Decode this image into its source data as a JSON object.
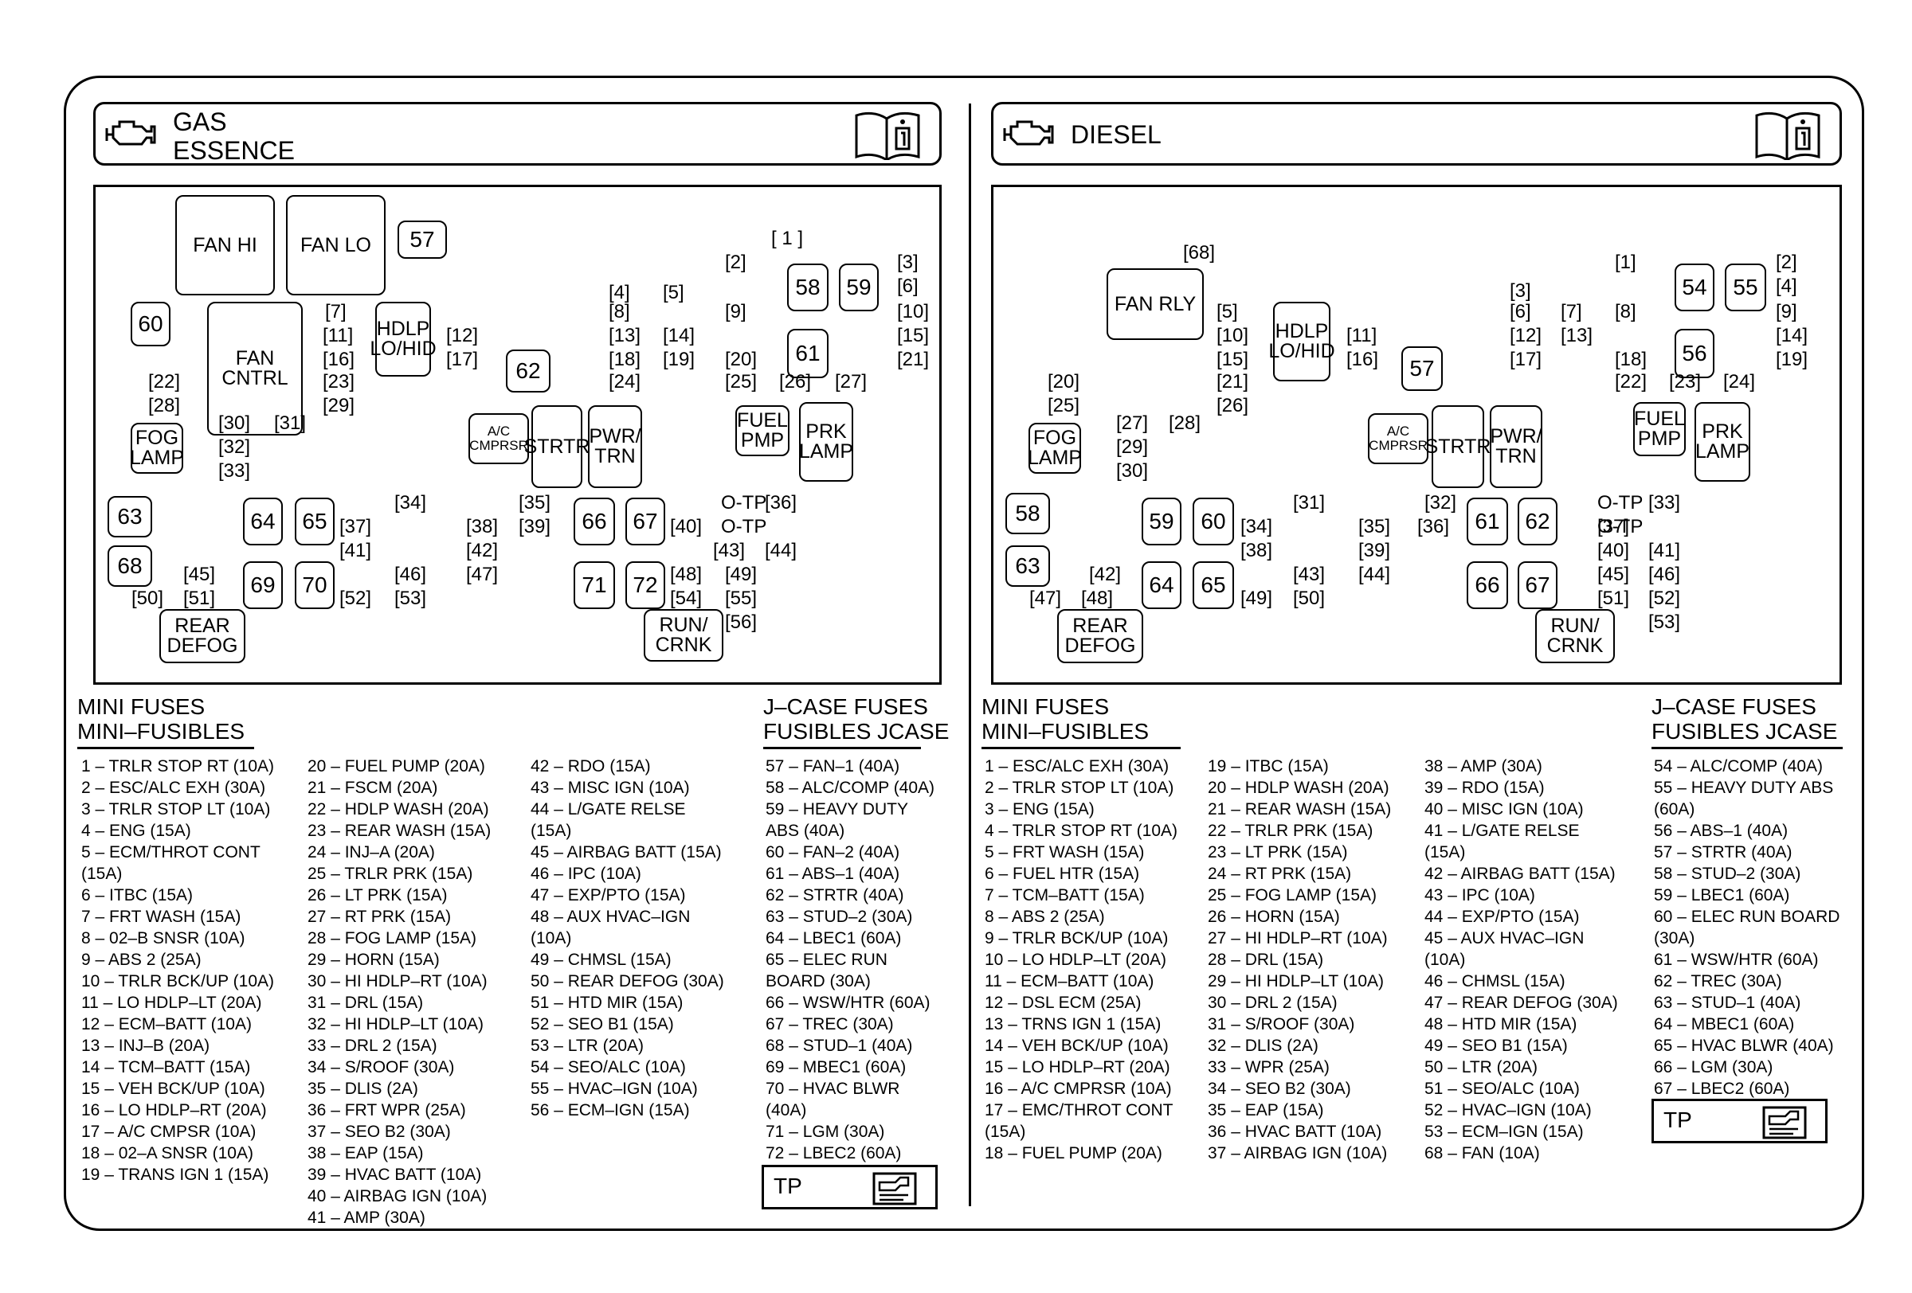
{
  "gas": {
    "header_line1": "GAS",
    "header_line2": "ESSENCE",
    "components": [
      {
        "name": "fan-hi-relay",
        "text": "FAN HI"
      },
      {
        "name": "fan-lo-relay",
        "text": "FAN LO"
      },
      {
        "name": "fuse-57",
        "text": "57"
      },
      {
        "name": "fuse-60",
        "text": "60"
      },
      {
        "name": "fan-cntrl-relay",
        "text": "FAN\nCNTRL"
      },
      {
        "name": "hdlp-lo-hid-relay",
        "text": "HDLP\nLO/HID"
      },
      {
        "name": "fuse-62",
        "text": "62"
      },
      {
        "name": "fuse-58",
        "text": "58"
      },
      {
        "name": "fuse-59",
        "text": "59"
      },
      {
        "name": "fuse-61",
        "text": "61"
      },
      {
        "name": "fog-lamp-relay",
        "text": "FOG\nLAMP"
      },
      {
        "name": "ac-cmprsr-relay",
        "text": "A/C\nCMPRSR"
      },
      {
        "name": "strtr-relay",
        "text": "STRTR"
      },
      {
        "name": "pwr-trn-relay",
        "text": "PWR/\nTRN"
      },
      {
        "name": "fuel-pmp-relay",
        "text": "FUEL\nPMP"
      },
      {
        "name": "prk-lamp-relay",
        "text": "PRK\nLAMP"
      },
      {
        "name": "fuse-63",
        "text": "63"
      },
      {
        "name": "fuse-64",
        "text": "64"
      },
      {
        "name": "fuse-65",
        "text": "65"
      },
      {
        "name": "fuse-66",
        "text": "66"
      },
      {
        "name": "fuse-67",
        "text": "67"
      },
      {
        "name": "fuse-68",
        "text": "68"
      },
      {
        "name": "fuse-69",
        "text": "69"
      },
      {
        "name": "fuse-70",
        "text": "70"
      },
      {
        "name": "fuse-71",
        "text": "71"
      },
      {
        "name": "fuse-72",
        "text": "72"
      },
      {
        "name": "rear-defog-relay",
        "text": "REAR\nDEFOG"
      },
      {
        "name": "run-crnk-relay",
        "text": "RUN/\nCRNK"
      }
    ],
    "slots": [
      "[ 1 ]",
      "[2]",
      "[3]",
      "[4]",
      "[5]",
      "[6]",
      "[7]",
      "[8]",
      "[9]",
      "[10]",
      "[11]",
      "[12]",
      "[13]",
      "[14]",
      "[15]",
      "[16]",
      "[17]",
      "[18]",
      "[19]",
      "[20]",
      "[21]",
      "[22]",
      "[23]",
      "[24]",
      "[25]",
      "[26]",
      "[27]",
      "[28]",
      "[29]",
      "[30]",
      "[31]",
      "[32]",
      "[33]",
      "[34]",
      "[35]",
      "[36]",
      "[37]",
      "[38]",
      "[39]",
      "[40]",
      "[41]",
      "[42]",
      "[43]",
      "[44]",
      "[45]",
      "[46]",
      "[47]",
      "[48]",
      "[49]",
      "[50]",
      "[51]",
      "[52]",
      "[53]",
      "[54]",
      "[55]",
      "[56]",
      "O-TP",
      "O-TP"
    ],
    "mini_title1": "MINI FUSES",
    "mini_title2": "MINI–FUSIBLES",
    "jcase_title1": "J–CASE FUSES",
    "jcase_title2": "FUSIBLES JCASE",
    "col1": [
      "1 – TRLR STOP RT (10A)",
      "2 – ESC/ALC EXH (30A)",
      "3 – TRLR STOP LT (10A)",
      "4 – ENG (15A)",
      "5 – ECM/THROT CONT",
      "      (15A)",
      "6 – ITBC (15A)",
      "7 – FRT WASH (15A)",
      "8 – 02–B SNSR (10A)",
      "9 – ABS 2 (25A)",
      "10 – TRLR BCK/UP (10A)",
      "11 – LO HDLP–LT (20A)",
      "12 – ECM–BATT (10A)",
      "13 – INJ–B (20A)",
      "14 – TCM–BATT (15A)",
      "15 – VEH BCK/UP (10A)",
      "16 – LO HDLP–RT (20A)",
      "17 – A/C CMPSR (10A)",
      "18 – 02–A SNSR (10A)",
      "19 – TRANS IGN 1 (15A)"
    ],
    "col2": [
      "20 – FUEL PUMP (20A)",
      "21 – FSCM (20A)",
      "22 – HDLP WASH (20A)",
      "23 – REAR WASH (15A)",
      "24 – INJ–A (20A)",
      "25 – TRLR PRK (15A)",
      "26 – LT PRK (15A)",
      "27 – RT PRK (15A)",
      "28 – FOG LAMP (15A)",
      "29 – HORN (15A)",
      "30 – HI HDLP–RT (10A)",
      "31 – DRL (15A)",
      "32 – HI HDLP–LT (10A)",
      "33 – DRL 2 (15A)",
      "34 – S/ROOF (30A)",
      "35 – DLIS (2A)",
      "36 – FRT WPR (25A)",
      "37 – SEO B2 (30A)",
      "38 – EAP (15A)",
      "39 – HVAC BATT (10A)",
      "40 – AIRBAG IGN (10A)",
      "41 – AMP (30A)"
    ],
    "col3": [
      "42 – RDO (15A)",
      "43 – MISC IGN (10A)",
      "44 – L/GATE RELSE",
      "       (15A)",
      "45 – AIRBAG BATT (15A)",
      "46 – IPC (10A)",
      "47 – EXP/PTO (15A)",
      "48 – AUX HVAC–IGN",
      "       (10A)",
      "49 – CHMSL (15A)",
      "50 – REAR DEFOG (30A)",
      "51 – HTD MIR (15A)",
      "52 – SEO B1 (15A)",
      "53 – LTR (20A)",
      "54 – SEO/ALC (10A)",
      "55 – HVAC–IGN (10A)",
      "56 – ECM–IGN (15A)"
    ],
    "col4": [
      "57 – FAN–1 (40A)",
      "58 – ALC/COMP (40A)",
      "59 – HEAVY DUTY",
      "       ABS (40A)",
      "60 – FAN–2 (40A)",
      "61 – ABS–1 (40A)",
      "62 – STRTR (40A)",
      "63 – STUD–2 (30A)",
      "64 – LBEC1 (60A)",
      "65 – ELEC RUN",
      "       BOARD (30A)",
      "66 – WSW/HTR (60A)",
      "67 – TREC (30A)",
      "68 – STUD–1 (40A)",
      "69 – MBEC1 (60A)",
      "70 – HVAC BLWR",
      "       (40A)",
      "71 – LGM (30A)",
      "72 – LBEC2 (60A)"
    ],
    "tp_label": "TP"
  },
  "diesel": {
    "header_line1": "DIESEL",
    "components": [
      {
        "name": "fan-rly-relay",
        "text": "FAN RLY"
      },
      {
        "name": "hdlp-lo-hid-relay",
        "text": "HDLP\nLO/HID"
      },
      {
        "name": "fuse-57",
        "text": "57"
      },
      {
        "name": "fuse-54",
        "text": "54"
      },
      {
        "name": "fuse-55",
        "text": "55"
      },
      {
        "name": "fuse-56",
        "text": "56"
      },
      {
        "name": "fog-lamp-relay",
        "text": "FOG\nLAMP"
      },
      {
        "name": "ac-cmprsr-relay",
        "text": "A/C\nCMPRSR"
      },
      {
        "name": "strtr-relay",
        "text": "STRTR"
      },
      {
        "name": "pwr-trn-relay",
        "text": "PWR/\nTRN"
      },
      {
        "name": "fuel-pmp-relay",
        "text": "FUEL\nPMP"
      },
      {
        "name": "prk-lamp-relay",
        "text": "PRK\nLAMP"
      },
      {
        "name": "fuse-58",
        "text": "58"
      },
      {
        "name": "fuse-59",
        "text": "59"
      },
      {
        "name": "fuse-60",
        "text": "60"
      },
      {
        "name": "fuse-61",
        "text": "61"
      },
      {
        "name": "fuse-62",
        "text": "62"
      },
      {
        "name": "fuse-63",
        "text": "63"
      },
      {
        "name": "fuse-64",
        "text": "64"
      },
      {
        "name": "fuse-65",
        "text": "65"
      },
      {
        "name": "fuse-66",
        "text": "66"
      },
      {
        "name": "fuse-67",
        "text": "67"
      },
      {
        "name": "rear-defog-relay",
        "text": "REAR\nDEFOG"
      },
      {
        "name": "run-crnk-relay",
        "text": "RUN/\nCRNK"
      }
    ],
    "slots": [
      "[68]",
      "[1]",
      "[2]",
      "[3]",
      "[4]",
      "[5]",
      "[6]",
      "[7]",
      "[8]",
      "[9]",
      "[10]",
      "[11]",
      "[12]",
      "[13]",
      "[14]",
      "[15]",
      "[16]",
      "[17]",
      "[18]",
      "[19]",
      "[20]",
      "[21]",
      "[22]",
      "[23]",
      "[24]",
      "[25]",
      "[26]",
      "[27]",
      "[28]",
      "[29]",
      "[30]",
      "[31]",
      "[32]",
      "[33]",
      "[34]",
      "[35]",
      "[36]",
      "[37]",
      "[38]",
      "[39]",
      "[40]",
      "[41]",
      "[42]",
      "[43]",
      "[44]",
      "[45]",
      "[46]",
      "[47]",
      "[48]",
      "[49]",
      "[50]",
      "[51]",
      "[52]",
      "[53]",
      "O-TP",
      "O-TP"
    ],
    "mini_title1": "MINI FUSES",
    "mini_title2": "MINI–FUSIBLES",
    "jcase_title1": "J–CASE FUSES",
    "jcase_title2": "FUSIBLES JCASE",
    "col1": [
      "1 – ESC/ALC EXH (30A)",
      "2 – TRLR STOP LT (10A)",
      "3 – ENG (15A)",
      "4 – TRLR STOP RT (10A)",
      "5 – FRT WASH (15A)",
      "6 – FUEL HTR (15A)",
      "7 – TCM–BATT (15A)",
      "8 – ABS 2 (25A)",
      "9 – TRLR BCK/UP (10A)",
      "10 – LO HDLP–LT (20A)",
      "11 – ECM–BATT (10A)",
      "12 – DSL ECM (25A)",
      "13 – TRNS IGN 1 (15A)",
      "14 – VEH BCK/UP (10A)",
      "15 – LO HDLP–RT (20A)",
      "16 – A/C CMPRSR (10A)",
      "17 – EMC/THROT CONT",
      "        (15A)",
      "18 – FUEL PUMP (20A)"
    ],
    "col2": [
      "19 – ITBC (15A)",
      "20 – HDLP WASH (20A)",
      "21 – REAR WASH (15A)",
      "22 – TRLR PRK (15A)",
      "23 – LT PRK (15A)",
      "24 – RT PRK (15A)",
      "25 – FOG LAMP (15A)",
      "26 – HORN (15A)",
      "27 – HI HDLP–RT (10A)",
      "28 – DRL (15A)",
      "29 – HI HDLP–LT (10A)",
      "30 – DRL 2 (15A)",
      "31 – S/ROOF (30A)",
      "32 – DLIS (2A)",
      "33 – WPR (25A)",
      "34 – SEO B2 (30A)",
      "35 – EAP (15A)",
      "36 – HVAC BATT (10A)",
      "37 – AIRBAG IGN (10A)"
    ],
    "col3": [
      "38 – AMP (30A)",
      "39 – RDO (15A)",
      "40 – MISC IGN (10A)",
      "41 – L/GATE RELSE",
      "       (15A)",
      "42 – AIRBAG BATT (15A)",
      "43 – IPC (10A)",
      "44 – EXP/PTO (15A)",
      "45 – AUX HVAC–IGN",
      "       (10A)",
      "46 – CHMSL (15A)",
      "47 – REAR DEFOG (30A)",
      "48 – HTD MIR (15A)",
      "49 – SEO B1 (15A)",
      "50 – LTR (20A)",
      "51 – SEO/ALC (10A)",
      "52 – HVAC–IGN (10A)",
      "53 – ECM–IGN (15A)",
      "68 – FAN (10A)"
    ],
    "col4": [
      "54 – ALC/COMP (40A)",
      "55 – HEAVY DUTY ABS",
      "       (60A)",
      "56 – ABS–1 (40A)",
      "57 – STRTR (40A)",
      "58 – STUD–2 (30A)",
      "59 – LBEC1 (60A)",
      "60 – ELEC RUN BOARD",
      "       (30A)",
      "61 – WSW/HTR (60A)",
      "62 – TREC (30A)",
      "63 – STUD–1 (40A)",
      "64 – MBEC1 (60A)",
      "65 – HVAC BLWR (40A)",
      "66 – LGM (30A)",
      "67 – LBEC2 (60A)"
    ],
    "tp_label": "TP"
  }
}
